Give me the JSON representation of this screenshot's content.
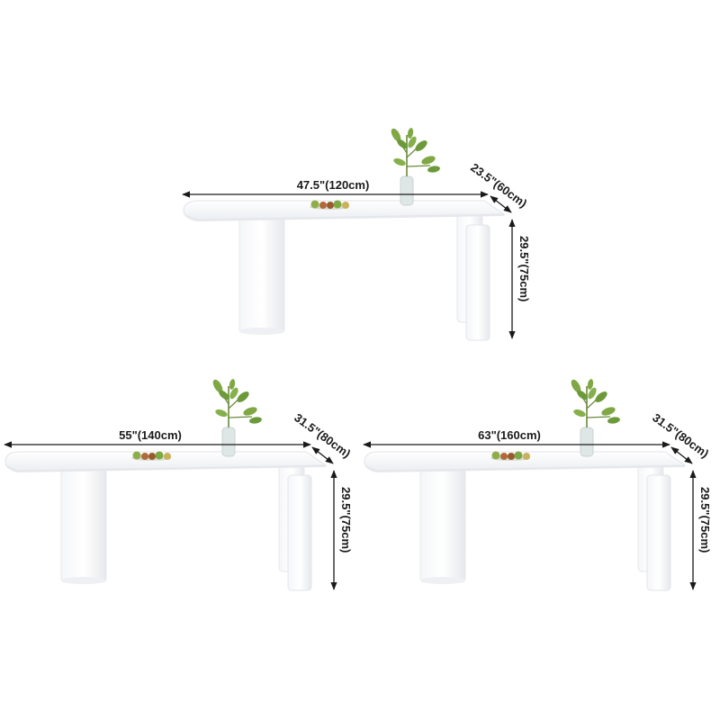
{
  "tables": [
    {
      "width_label": "47.5\"(120cm)",
      "depth_label": "23.5\"(60cm)",
      "height_label": "29.5\"(75cm)"
    },
    {
      "width_label": "55\"(140cm)",
      "depth_label": "31.5\"(80cm)",
      "height_label": "29.5\"(75cm)"
    },
    {
      "width_label": "63\"(160cm)",
      "depth_label": "31.5\"(80cm)",
      "height_label": "29.5\"(75cm)"
    }
  ],
  "colors": {
    "background": "#ffffff",
    "table": "#ffffff",
    "table_edge": "#e3e5ea",
    "leg_shade": "#eef0f3",
    "dimension_line": "#1a1a1a",
    "plant_leaf": "#6c9a3a",
    "vase": "#dfe6e6"
  },
  "icons": [
    "plant-vase-icon",
    "fruit-bowl-icon"
  ]
}
